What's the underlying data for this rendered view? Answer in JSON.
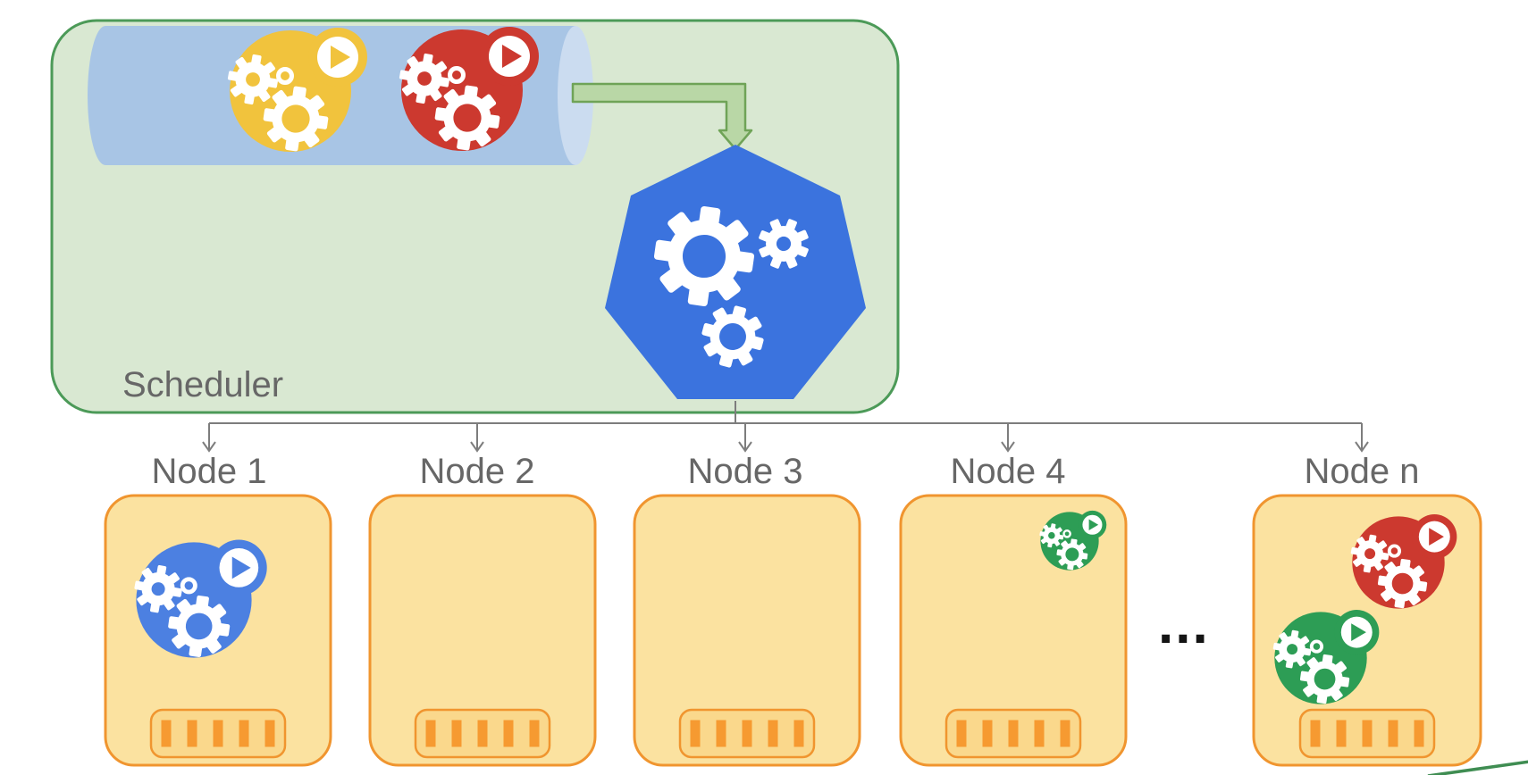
{
  "scheduler": {
    "label": "Scheduler",
    "queue": {
      "description": "pending pod queue cylinder",
      "pods": [
        {
          "name": "queued-pod-yellow",
          "color": "#f1c33d"
        },
        {
          "name": "queued-pod-red",
          "color": "#cc392f"
        }
      ]
    },
    "kubernetes": {
      "name": "kubernetes-heptagon-logo",
      "color": "#3b73de"
    }
  },
  "nodes": [
    {
      "label": "Node 1",
      "pods": [
        {
          "name": "pod-blue",
          "color": "#4c80e1",
          "size": "large"
        }
      ]
    },
    {
      "label": "Node 2",
      "pods": []
    },
    {
      "label": "Node 3",
      "pods": []
    },
    {
      "label": "Node 4",
      "pods": [
        {
          "name": "pod-green-small",
          "color": "#2d9d55",
          "size": "small"
        }
      ]
    },
    {
      "label": "Node n",
      "pods": [
        {
          "name": "pod-red",
          "color": "#cc392f",
          "size": "medium"
        },
        {
          "name": "pod-green",
          "color": "#2d9d55",
          "size": "medium"
        }
      ]
    }
  ],
  "ellipsis": "...",
  "colors": {
    "scheduler_fill": "#d9e8d2",
    "scheduler_border": "#4c9a58",
    "queue_fill": "#a8c5e5",
    "queue_cap": "#cbdcf0",
    "arrow_fill": "#b9d7a6",
    "arrow_border": "#6fa357",
    "node_fill": "#fbe2a0",
    "node_border": "#f0952f",
    "ram_fill": "#fad88c",
    "ram_bar": "#f69a31",
    "connector_gray": "#7d7d7d",
    "label_text": "#676767",
    "corner_shape_green": "#3f8d52"
  }
}
